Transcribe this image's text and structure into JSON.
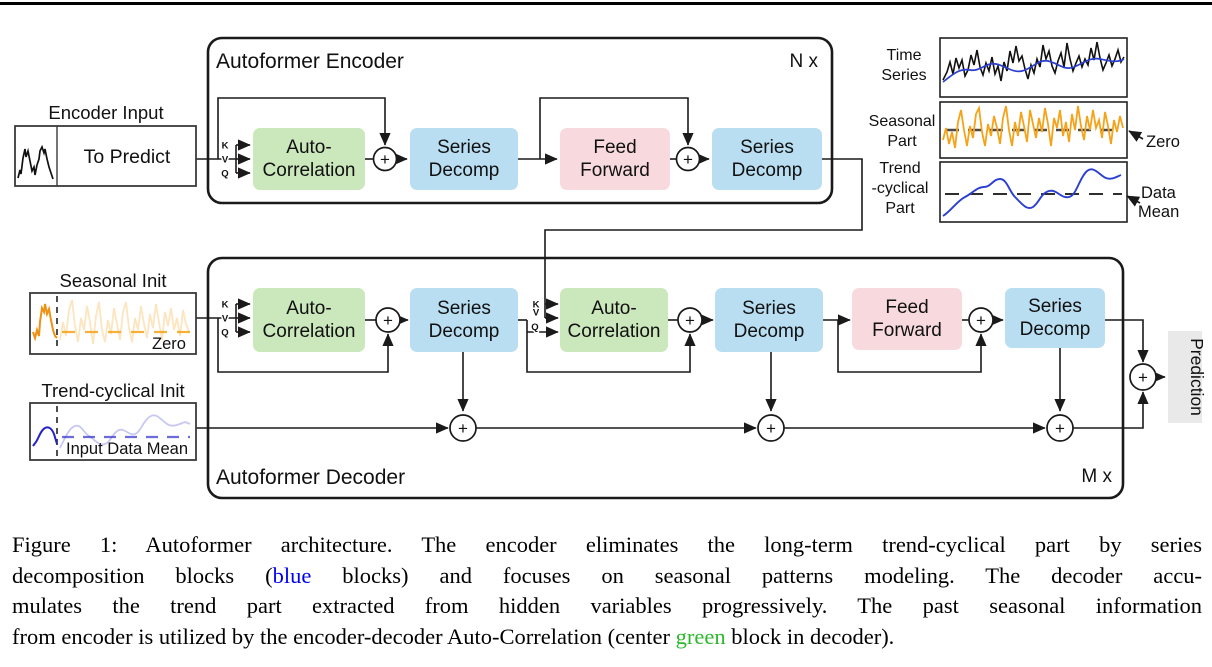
{
  "colors": {
    "block_green": "#cbe7bc",
    "block_blue": "#b9def2",
    "block_pink": "#f8dade",
    "caption_blue": "#0000f0",
    "caption_green": "#2db82d",
    "seasonal_orange": "#f29c1f",
    "trend_blue": "#2323c8",
    "prediction_bg": "#e9e9e9"
  },
  "encoder": {
    "title": "Autoformer Encoder",
    "repeat": "N x"
  },
  "decoder": {
    "title": "Autoformer Decoder",
    "repeat": "M x"
  },
  "blocks": {
    "auto_correlation": {
      "line1": "Auto-",
      "line2": "Correlation"
    },
    "series_decomp": {
      "line1": "Series",
      "line2": "Decomp"
    },
    "feed_forward": {
      "line1": "Feed",
      "line2": "Forward"
    }
  },
  "qkv": {
    "k": "K",
    "v": "V",
    "q": "Q"
  },
  "operators": {
    "plus": "+"
  },
  "inputs": {
    "encoder_input": {
      "label": "Encoder Input",
      "value": "To Predict"
    },
    "seasonal_init": {
      "label": "Seasonal Init",
      "annotation": "Zero"
    },
    "trend_init": {
      "label": "Trend-cyclical Init",
      "annotation": "Input Data Mean"
    }
  },
  "output": {
    "label": "Prediction"
  },
  "legend_plots": {
    "time_series": {
      "label_line1": "Time",
      "label_line2": "Series"
    },
    "seasonal": {
      "label_line1": "Seasonal",
      "label_line2": "Part",
      "annotation": "Zero"
    },
    "trend": {
      "label_line1": "Trend",
      "label_line2": "-cyclical",
      "label_line3": "Part",
      "annotation_line1": "Data",
      "annotation_line2": "Mean"
    }
  },
  "caption": {
    "lines": [
      {
        "pre": "Figure 1: Autoformer architecture. The encoder eliminates the long-term trend-cyclical part by series"
      },
      {
        "pre": "decomposition blocks (",
        "colored": "blue",
        "post": " blocks) and focuses on seasonal patterns modeling. The decoder accu-"
      },
      {
        "pre": "mulates the trend part extracted from hidden variables progressively. The past seasonal information"
      },
      {
        "pre": "from encoder is utilized by the encoder-decoder Auto-Correlation (center ",
        "colored": "green",
        "post": " block in decoder)."
      }
    ]
  }
}
